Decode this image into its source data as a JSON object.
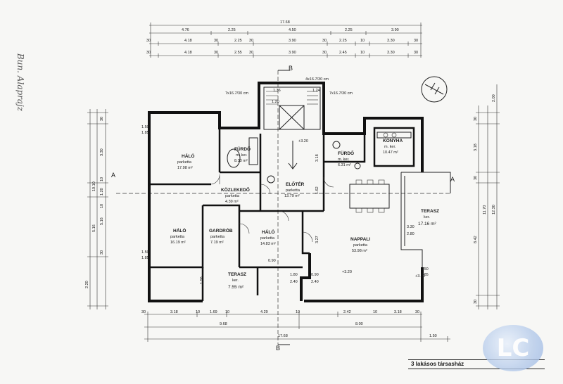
{
  "rooms": {
    "halo1": {
      "name": "HÁLÓ",
      "floor": "parketta",
      "area": "17.98 m²"
    },
    "furdo1": {
      "name": "FÜRDŐ",
      "floor": "m. ker.",
      "area": "8.33 m²"
    },
    "furdo2": {
      "name": "FÜRDŐ",
      "floor": "m. ker.",
      "area": "6.31 m²"
    },
    "konyha": {
      "name": "KONYHA",
      "floor": "m. ker.",
      "area": "10.47 m²"
    },
    "kozlekedo": {
      "name": "KÖZLEKEDŐ",
      "floor": "parketta",
      "area": "4.39 m²"
    },
    "eloter": {
      "name": "ELŐTÉR",
      "floor": "parketta",
      "area": "13.79 m²"
    },
    "halo2": {
      "name": "HÁLÓ",
      "floor": "parketta",
      "area": "16.19 m²"
    },
    "gardrob": {
      "name": "GARDRÓB",
      "floor": "parketta",
      "area": "7.19 m²"
    },
    "halo3": {
      "name": "HÁLÓ",
      "floor": "parketta",
      "area": "14.83 m²"
    },
    "nappali": {
      "name": "NAPPALI",
      "floor": "parketta",
      "area": "53.98 m²"
    },
    "terasz1": {
      "name": "TERASZ",
      "floor": "ker.",
      "area": "17.16 m²"
    },
    "terasz2": {
      "name": "TERASZ",
      "floor": "ker.",
      "area": "7.55 m²"
    }
  },
  "section_marks": {
    "b_top": "B",
    "b_bottom": "B",
    "a_left": "A",
    "a_right": "A"
  },
  "stairs": {
    "spec_top": "4x16.7/30 cm",
    "spec_left": "7x16.7/30 cm",
    "spec_right": "7x16.7/30 cm"
  },
  "levels": {
    "l1": "+3.20",
    "l2": "+3.20",
    "l3": "+3.20"
  },
  "dims": {
    "top_total": "17.68",
    "top_row1": [
      "4.76",
      "2.25",
      "4.50",
      "2.25",
      "3.90"
    ],
    "top_row2": [
      "30",
      "4.18",
      "30",
      "2.25",
      "30",
      "3.90",
      "30",
      "2.25",
      "10",
      "3.30",
      "30"
    ],
    "top_row3": [
      "30",
      "4.18",
      "30",
      "2.55",
      "30",
      "3.90",
      "30",
      "2.45",
      "10",
      "3.30",
      "30"
    ],
    "bottom_row1": [
      "30",
      "3.18",
      "10",
      "1.69",
      "10",
      "4.29",
      "10",
      "2.42",
      "10",
      "3.18",
      "30"
    ],
    "bottom_row2": [
      "9.68",
      "8.00"
    ],
    "bottom_total": "17.68",
    "bottom_extra": "1.50",
    "left_v1": [
      "30",
      "3.30",
      "10",
      "1.20",
      "10",
      "5.16",
      "30"
    ],
    "left_v2": [
      "10.10",
      "5.16"
    ],
    "left_v3": [
      "2.20"
    ],
    "right_v1": [
      "30",
      "3.18",
      "30",
      "8.42",
      "30"
    ],
    "right_v2": [
      "11.70",
      "12.30",
      "2.00"
    ],
    "misc": [
      "1.50",
      "1.85",
      "1.50",
      "1.85",
      "3.30",
      "2.80",
      "1.50",
      "1.85",
      "3.27",
      "3.18",
      "1.56",
      "1.62",
      "1.20",
      "1.24",
      "1.36",
      "0.90",
      "1.80",
      "2.40",
      "0.90",
      "2.40"
    ]
  },
  "title": "3 lakásos társasház",
  "logo_text": "LC",
  "handwriting": "Bun. Alaprajz"
}
